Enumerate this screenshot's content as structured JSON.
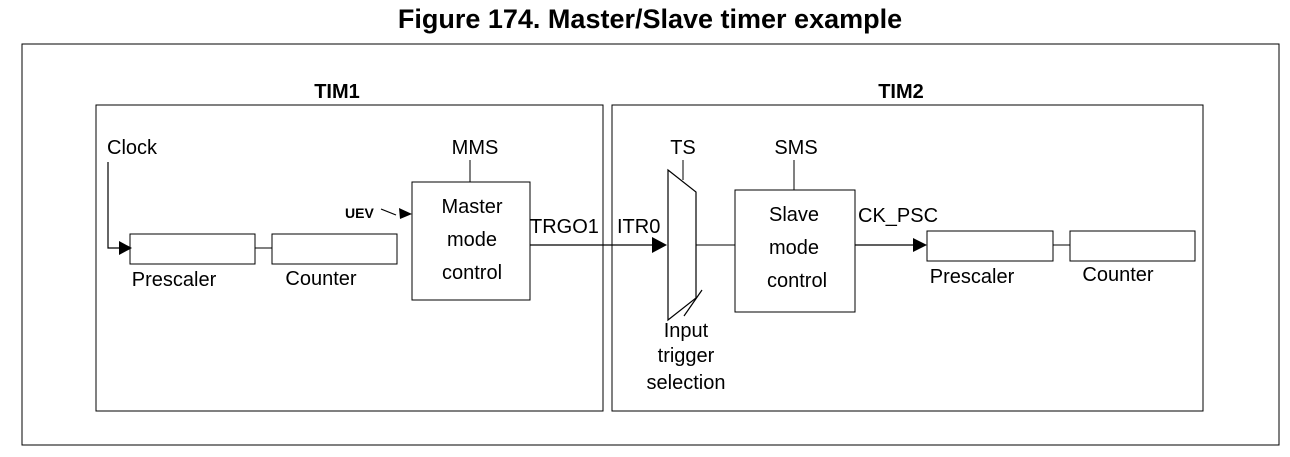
{
  "figure": {
    "title": "Figure 174. Master/Slave timer example"
  },
  "tim1": {
    "title": "TIM1",
    "clock_label": "Clock",
    "prescaler_label": "Prescaler",
    "counter_label": "Counter",
    "uev_label": "UEV",
    "mms_label": "MMS",
    "master_block": [
      "Master",
      "mode",
      "control"
    ],
    "trgo_label": "TRGO1"
  },
  "tim2": {
    "title": "TIM2",
    "itr_label": "ITR0",
    "ts_label": "TS",
    "sms_label": "SMS",
    "mux_caption": [
      "Input",
      "trigger",
      "selection"
    ],
    "slave_block": [
      "Slave",
      "mode",
      "control"
    ],
    "ck_psc_label": "CK_PSC",
    "prescaler_label": "Prescaler",
    "counter_label": "Counter"
  }
}
